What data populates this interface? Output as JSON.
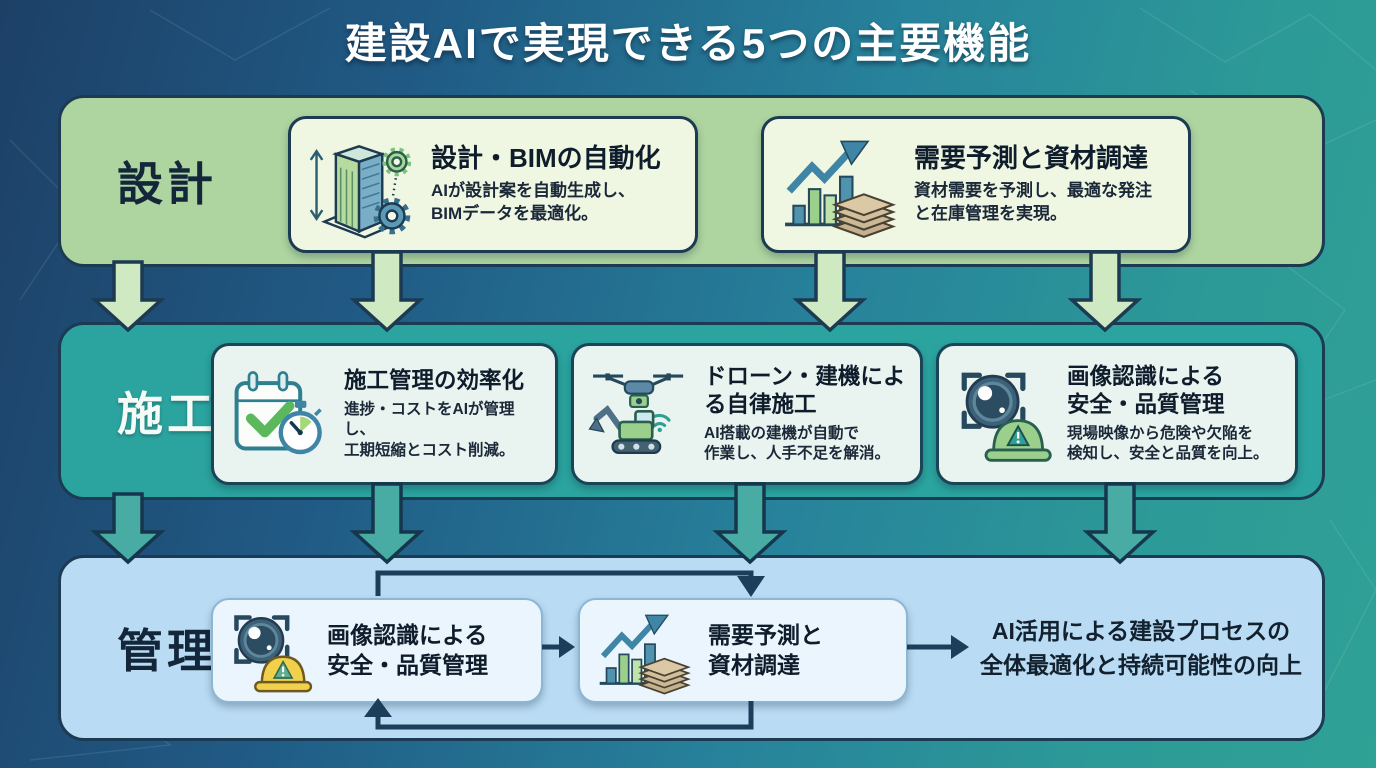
{
  "title": "建設AIで実現できる5つの主要機能",
  "rows": [
    {
      "label": "設計",
      "cards": [
        {
          "icon": "building-gears-icon",
          "title": "設計・BIMの自動化",
          "body": "AIが設計案を自動生成し、\nBIMデータを最適化。"
        },
        {
          "icon": "chart-materials-icon",
          "title": "需要予測と資材調達",
          "body": "資材需要を予測し、最適な発注\nと在庫管理を実現。"
        }
      ]
    },
    {
      "label": "施工",
      "cards": [
        {
          "icon": "calendar-stopwatch-icon",
          "title": "施工管理の効率化",
          "body": "進捗・コストをAIが管理し、\n工期短縮とコスト削減。"
        },
        {
          "icon": "drone-excavator-icon",
          "title": "ドローン・建機によ\nる自律施工",
          "body": "AI搭載の建機が自動で\n作業し、人手不足を解消。"
        },
        {
          "icon": "camera-helmet-icon",
          "title": "画像認識による\n安全・品質管理",
          "body": "現場映像から危険や欠陥を\n検知し、安全と品質を向上。"
        }
      ]
    },
    {
      "label": "管理",
      "cards": [
        {
          "icon": "camera-helmet-yellow-icon",
          "title": "画像認識による\n安全・品質管理"
        },
        {
          "icon": "chart-materials-icon",
          "title": "需要予測と\n資材調達"
        }
      ],
      "summary": "AI活用による建設プロセスの\n全体最適化と持続可能性の向上"
    }
  ],
  "colors": {
    "background_left": "#1d4067",
    "background_right": "#2fa195",
    "band_design": "#aed5a0",
    "band_construction": "#2ba49f",
    "band_management": "#b9dcf4",
    "outline": "#1c3a52",
    "arrow_green": "#cfe9c2",
    "arrow_teal": "#48aca4",
    "loop_line": "#1d3e5a",
    "card_green": "#eff7e3",
    "card_teal": "#e9f4f0",
    "card_blue": "#ebf5fd"
  }
}
